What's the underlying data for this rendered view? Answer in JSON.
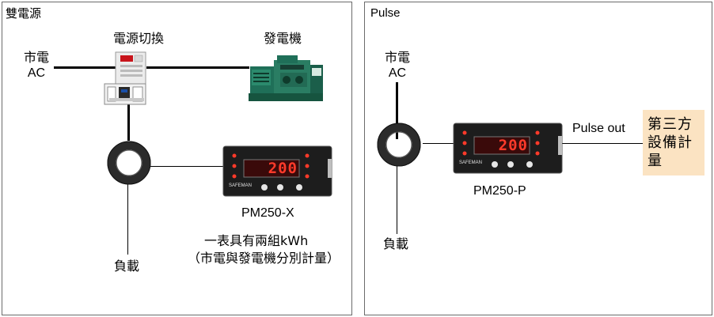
{
  "left_panel": {
    "title": "雙電源",
    "grid_label_line1": "市電",
    "grid_label_line2": "AC",
    "switch_label": "電源切換",
    "generator_label": "發電機",
    "meter_model": "PM250-X",
    "meter_display": "200",
    "meter_brand": "SAFEMAN",
    "load_label": "負載",
    "note_line1": "一表具有兩組kWh",
    "note_line2": "（市電與發電機分別計量）"
  },
  "right_panel": {
    "title": "Pulse",
    "grid_label_line1": "市電",
    "grid_label_line2": "AC",
    "pulse_label": "Pulse out",
    "meter_model": "PM250-P",
    "meter_display": "200",
    "meter_brand": "SAFEMAN",
    "load_label": "負載",
    "third_party_line1": "第三方",
    "third_party_line2": "設備計",
    "third_party_line3": "量"
  },
  "colors": {
    "panel_border": "#6b6b6b",
    "meter_body": "#1d1d1d",
    "meter_display_bg": "#3a0a0a",
    "meter_digits": "#ff3a2a",
    "third_party_box": "#fbe3c2",
    "generator_body": "#1f6f58"
  }
}
